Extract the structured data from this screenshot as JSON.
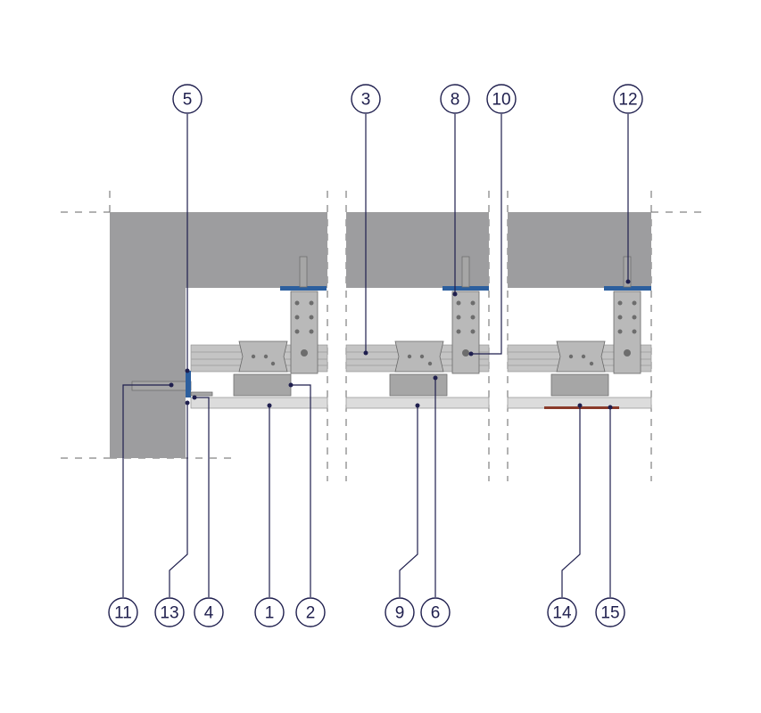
{
  "colors": {
    "callout": "#1f1f4e",
    "concrete": "#9d9d9f",
    "anchor_plate": "#2c5f9e",
    "seal_strip": "#8a3a2a"
  },
  "callouts_top": [
    "5",
    "3",
    "8",
    "10",
    "12"
  ],
  "callouts_bottom": [
    "11",
    "13",
    "4",
    "1",
    "2",
    "9",
    "6",
    "14",
    "15"
  ],
  "panels": [
    "wall-junction",
    "middle",
    "right"
  ]
}
